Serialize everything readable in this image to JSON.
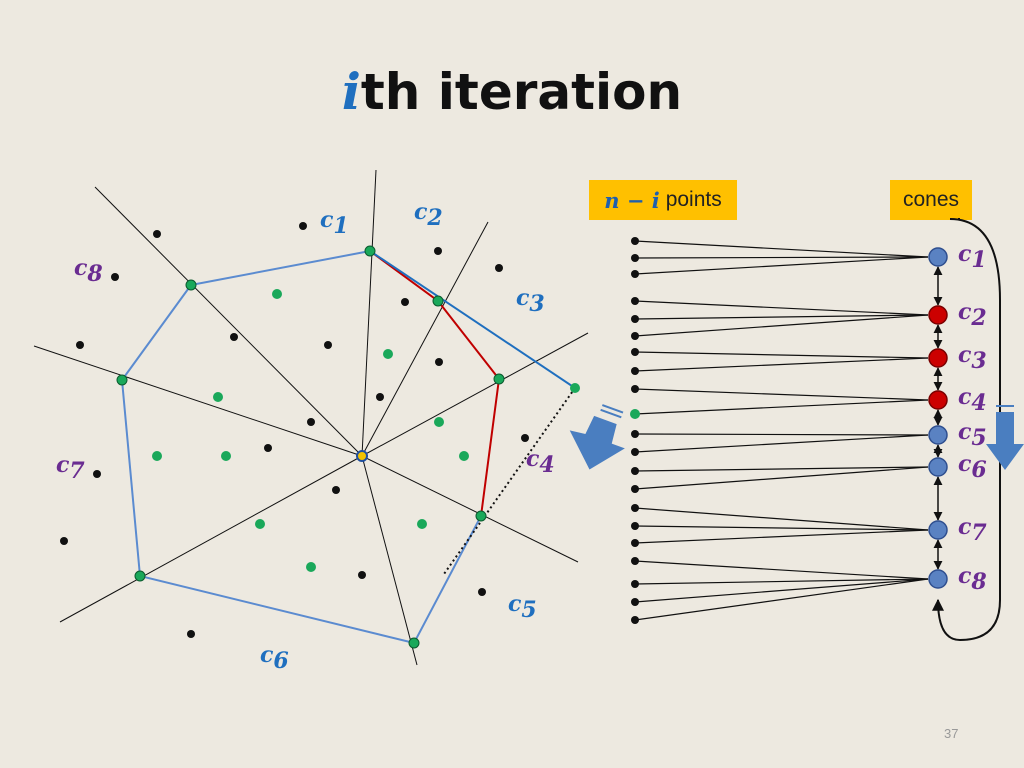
{
  "title": {
    "math": "i",
    "text": "th iteration"
  },
  "boxes": {
    "left": {
      "math": "n − i",
      "text": "points"
    },
    "right": {
      "text": "cones"
    }
  },
  "diagram_labels": [
    {
      "base": "c",
      "sub": "1"
    },
    {
      "base": "c",
      "sub": "2"
    },
    {
      "base": "c",
      "sub": "3"
    },
    {
      "base": "c",
      "sub": "4"
    },
    {
      "base": "c",
      "sub": "5"
    },
    {
      "base": "c",
      "sub": "6"
    },
    {
      "base": "c",
      "sub": "7"
    },
    {
      "base": "c",
      "sub": "8"
    }
  ],
  "cone_labels": [
    {
      "base": "c",
      "sub": "1",
      "state": "normal"
    },
    {
      "base": "c",
      "sub": "2",
      "state": "highlighted"
    },
    {
      "base": "c",
      "sub": "3",
      "state": "highlighted"
    },
    {
      "base": "c",
      "sub": "4",
      "state": "highlighted"
    },
    {
      "base": "c",
      "sub": "5",
      "state": "normal"
    },
    {
      "base": "c",
      "sub": "6",
      "state": "normal"
    },
    {
      "base": "c",
      "sub": "7",
      "state": "normal"
    },
    {
      "base": "c",
      "sub": "8",
      "state": "normal"
    }
  ],
  "colors": {
    "background": "#ede9e0",
    "accent_blue": "#1f6fbf",
    "label_purple": "#6a2c91",
    "hull_line": "#5b8bd0",
    "red_line": "#c00000",
    "green_point": "#1aa85a",
    "cone_blue": "#5a82c2",
    "cone_red": "#cc0000",
    "box_yellow": "#ffc000",
    "arrow_blue": "#4a7ec0"
  },
  "page_number": "37"
}
